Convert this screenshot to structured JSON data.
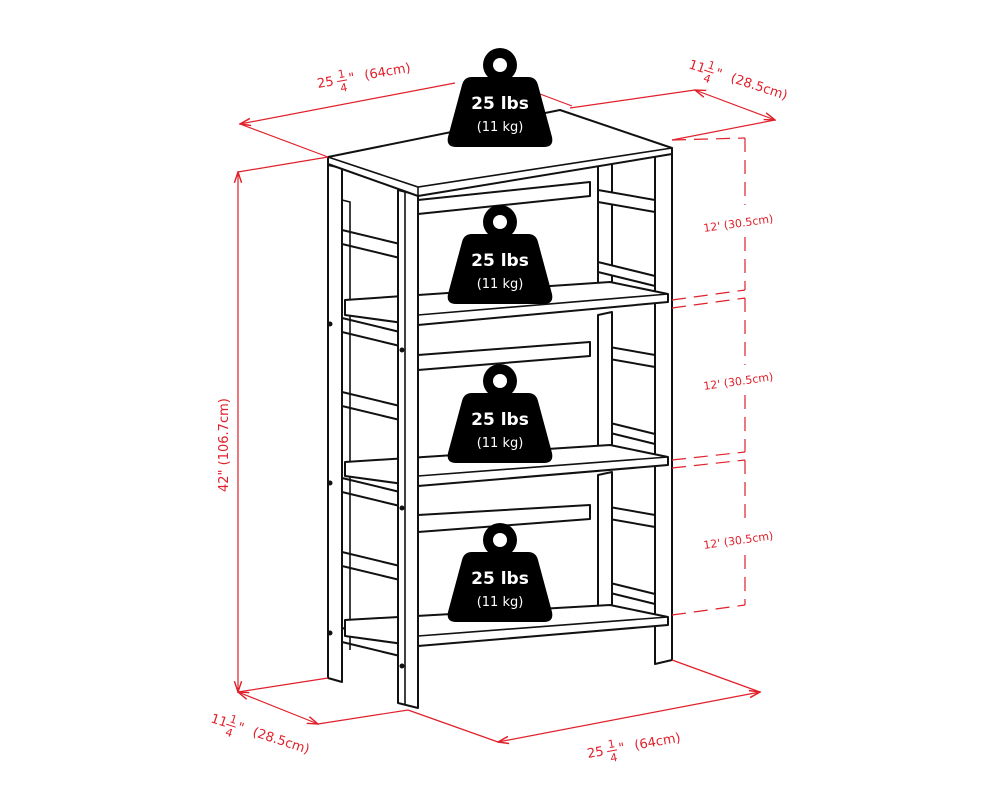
{
  "diagram": {
    "subject": "4-tier shelving unit dimension and load diagram",
    "dimensions": {
      "top_width": {
        "whole": "25",
        "num": "1",
        "den": "4",
        "unit": "\"",
        "metric": "(64cm)"
      },
      "top_depth": {
        "whole": "11",
        "num": "1",
        "den": "4",
        "unit": "\"",
        "metric": "(28.5cm)"
      },
      "height": {
        "label": "42\" (106.7cm)"
      },
      "shelf_spacing": [
        {
          "label": "12' (30.5cm)"
        },
        {
          "label": "12' (30.5cm)"
        },
        {
          "label": "12' (30.5cm)"
        }
      ],
      "bottom_depth": {
        "whole": "11",
        "num": "1",
        "den": "4",
        "unit": "\"",
        "metric": "(28.5cm)"
      },
      "bottom_width": {
        "whole": "25",
        "num": "1",
        "den": "4",
        "unit": "\"",
        "metric": "(64cm)"
      }
    },
    "weights": [
      {
        "lbs": "25 lbs",
        "kg": "(11 kg)"
      },
      {
        "lbs": "25 lbs",
        "kg": "(11 kg)"
      },
      {
        "lbs": "25 lbs",
        "kg": "(11 kg)"
      },
      {
        "lbs": "25 lbs",
        "kg": "(11 kg)"
      }
    ],
    "colors": {
      "dimension": "#e0202a",
      "line": "#111111",
      "weight": "#000000"
    }
  }
}
